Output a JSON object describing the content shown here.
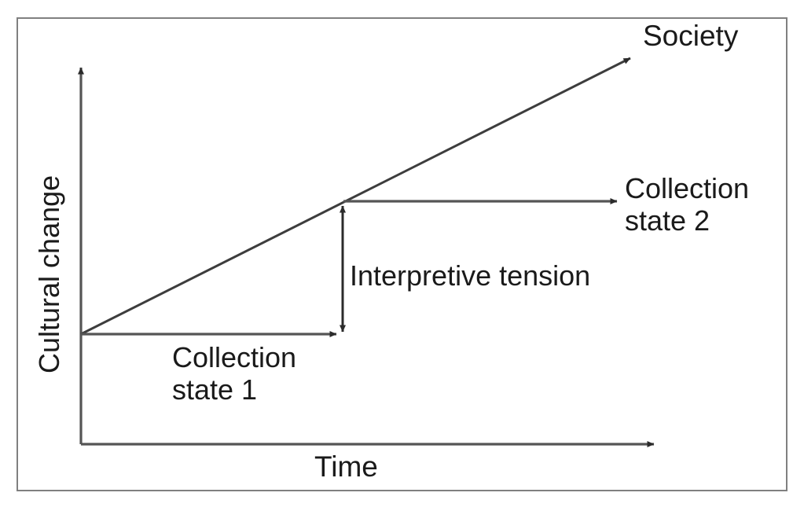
{
  "figure": {
    "type": "conceptual-line-diagram",
    "background_color": "#ffffff",
    "frame_color": "#808080",
    "line_color": "#3a3a3a",
    "text_color": "#1a1a1a"
  },
  "axes": {
    "y_label": "Cultural change",
    "x_label": "Time",
    "origin_label": "",
    "y_axis": {
      "x": 103,
      "y_top": 85,
      "y_bottom": 565,
      "arrow": "up"
    },
    "x_axis": {
      "y": 565,
      "x_left": 103,
      "x_right": 835,
      "arrow": "right"
    }
  },
  "annotations": {
    "society": "Society",
    "collection_state_1": "Collection\nstate 1",
    "collection_state_2": "Collection\nstate 2",
    "interpretive_tension": "Interpretive tension"
  },
  "chart_data": {
    "type": "line",
    "title": "",
    "xlabel": "Time",
    "ylabel": "Cultural change",
    "grid": false,
    "legend": "none",
    "xlim": [
      0,
      1
    ],
    "ylim": [
      0,
      1
    ],
    "series": [
      {
        "name": "Society",
        "label": "Society",
        "x": [
          0,
          1
        ],
        "y": [
          0,
          1
        ],
        "arrow_end": true,
        "annotation": "Society"
      },
      {
        "name": "Collection state 1",
        "label": "Collection state 1",
        "x": [
          0,
          0.475
        ],
        "y": [
          0,
          0
        ],
        "arrow_end": true,
        "annotation": "Collection state 1"
      },
      {
        "name": "Collection state 2",
        "label": "Collection state 2",
        "x": [
          0.475,
          0.96
        ],
        "y": [
          0.475,
          0.475
        ],
        "arrow_end": true,
        "annotation": "Collection state 2"
      },
      {
        "name": "Interpretive tension",
        "label": "Interpretive tension",
        "x": [
          0.475,
          0.475
        ],
        "y": [
          0,
          0.475
        ],
        "arrow_end": "both",
        "annotation": "Interpretive tension"
      }
    ]
  }
}
